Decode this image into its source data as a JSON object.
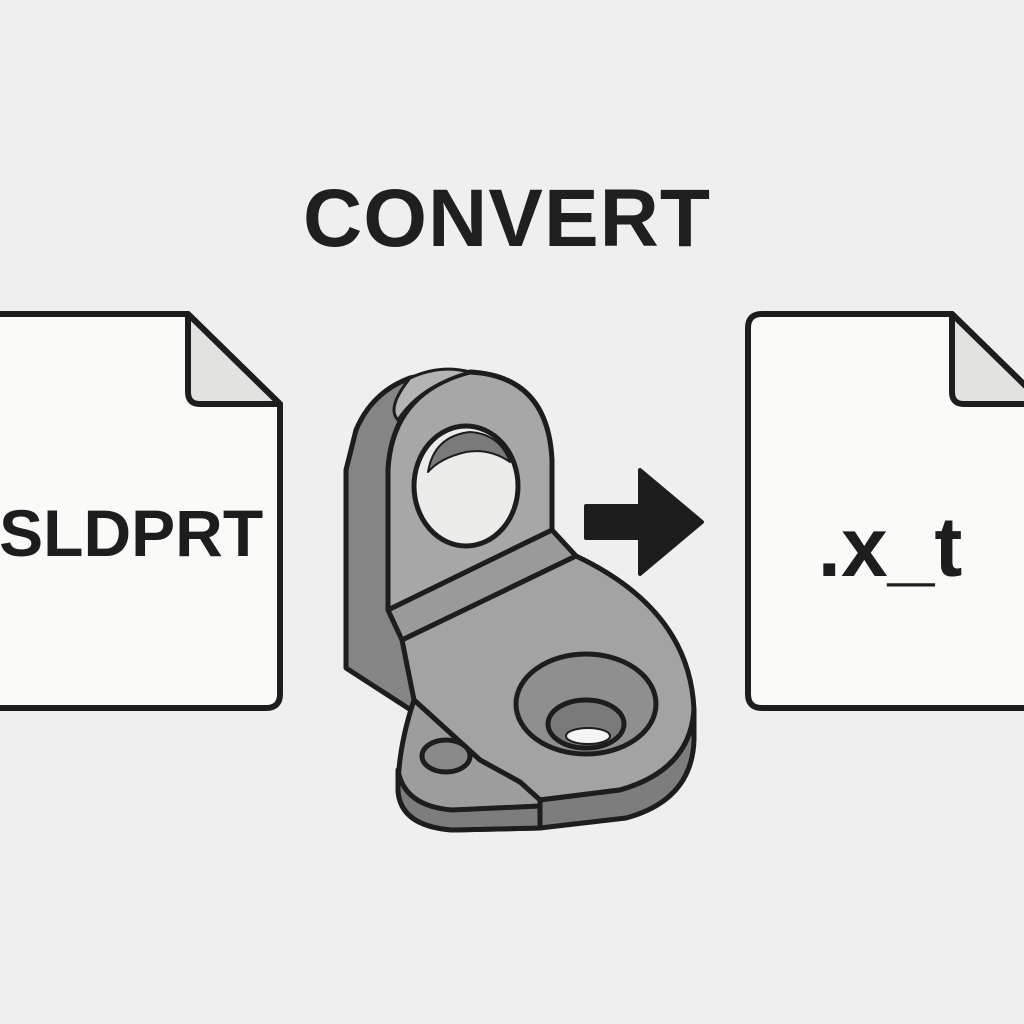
{
  "title": "CONVERT",
  "source_file": {
    "label": ".SLDPRT",
    "icon": "file-icon"
  },
  "target_file": {
    "label": ".x_t",
    "icon": "file-icon"
  },
  "part_icon": "cad-bracket-part-icon",
  "arrow_icon": "arrow-right-icon",
  "colors": {
    "background": "#efefef",
    "outline": "#1d1d1d",
    "paper": "#fafaf8",
    "fold": "#e2e2e0",
    "part_face": "#a3a3a3",
    "part_side": "#858585",
    "part_dark": "#6f6f6f"
  }
}
